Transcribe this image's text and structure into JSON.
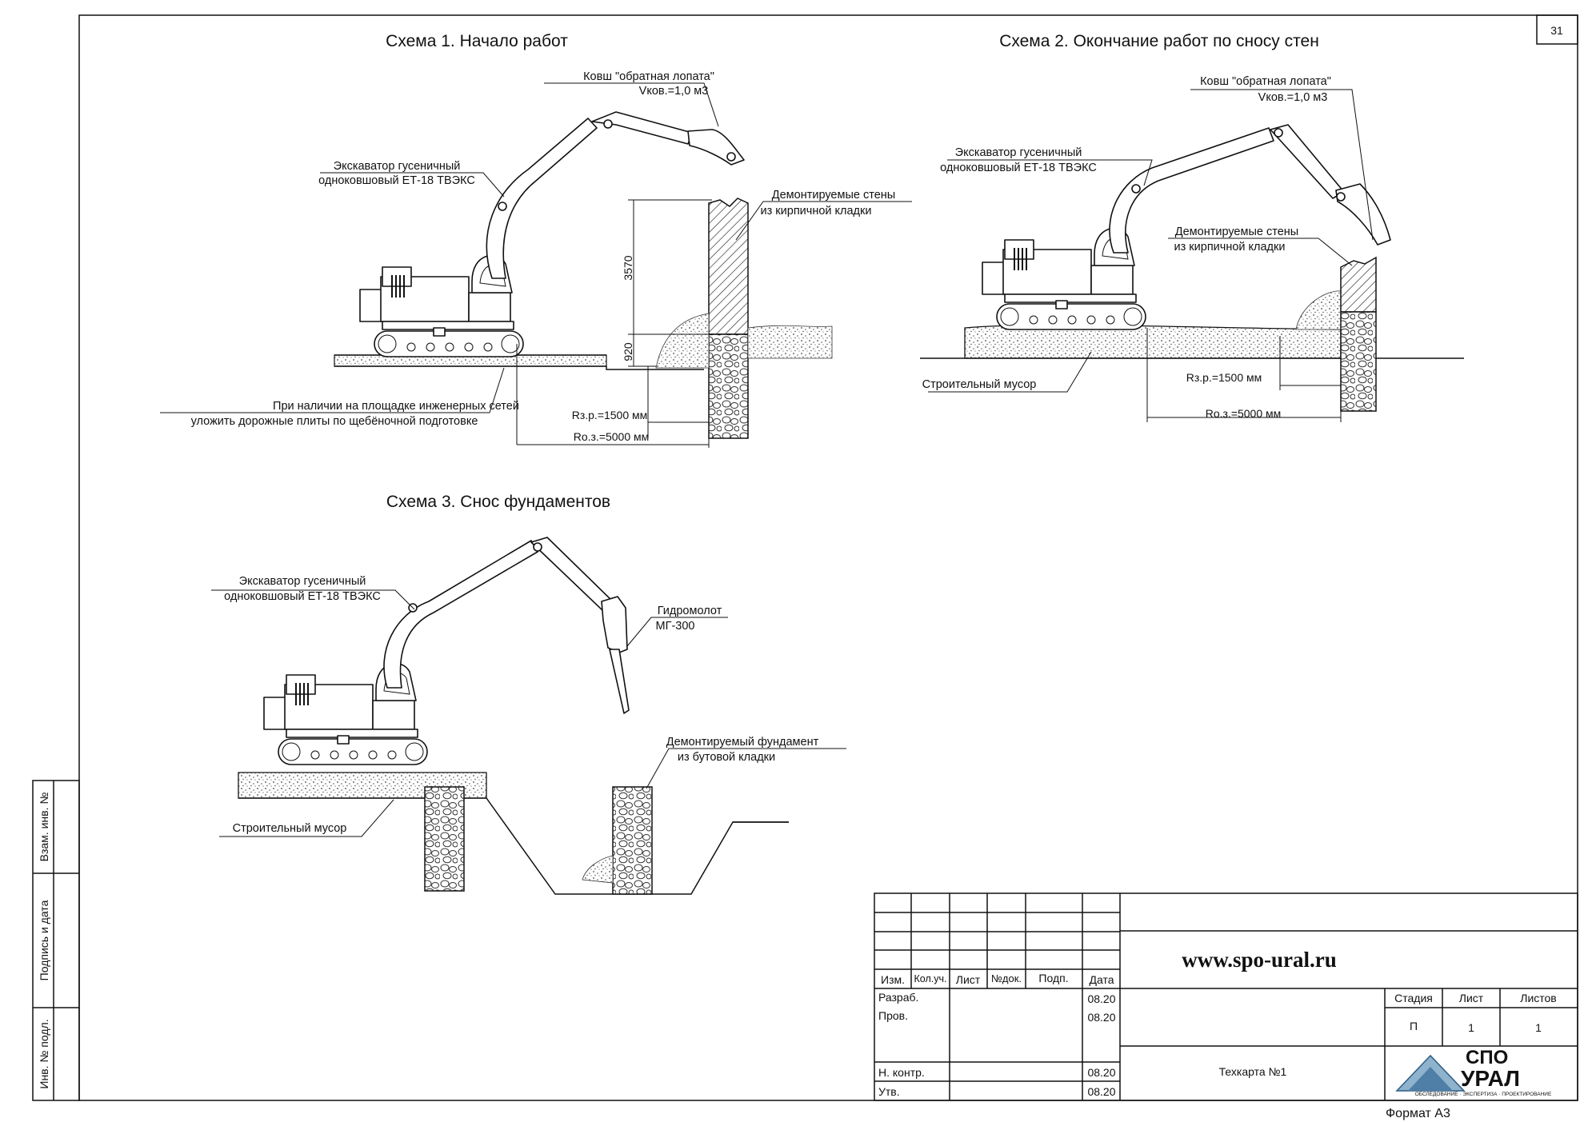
{
  "sheet_number": "31",
  "schemes": [
    {
      "title": "Схема 1. Начало работ"
    },
    {
      "title": "Схема 2. Окончание работ по сносу стен"
    },
    {
      "title": "Схема 3. Снос фундаментов"
    }
  ],
  "scheme1": {
    "bucket_line1": "Ковш \"обратная лопата\"",
    "bucket_line2": "Vков.=1,0 м3",
    "excavator_line1": "Экскаватор гусеничный",
    "excavator_line2": "одноковшовый ЕТ-18 ТВЭКС",
    "walls_line1": "Демонтируемые стены",
    "walls_line2": "из кирпичной кладки",
    "dim_height": "3570",
    "dim_depth": "920",
    "plates_line1": "При наличии на площадке инженерных сетей",
    "plates_line2": "уложить дорожные плиты по щебёночной подготовке",
    "radius_work": "Rз.р.=1500 мм",
    "radius_danger": "Rо.з.=5000 мм"
  },
  "scheme2": {
    "bucket_line1": "Ковш \"обратная лопата\"",
    "bucket_line2": "Vков.=1,0 м3",
    "excavator_line1": "Экскаватор гусеничный",
    "excavator_line2": "одноковшовый ЕТ-18 ТВЭКС",
    "walls_line1": "Демонтируемые стены",
    "walls_line2": "из кирпичной кладки",
    "debris": "Строительный мусор",
    "radius_work": "Rз.р.=1500 мм",
    "radius_danger": "Rо.з.=5000 мм"
  },
  "scheme3": {
    "excavator_line1": "Экскаватор гусеничный",
    "excavator_line2": "одноковшовый ЕТ-18 ТВЭКС",
    "hammer_line1": "Гидромолот",
    "hammer_line2": "МГ-300",
    "foundation_line1": "Демонтируемый фундамент",
    "foundation_line2": "из бутовой кладки",
    "debris": "Строительный мусор"
  },
  "side_stamp": [
    "Взам. инв. №",
    "Подпись и дата",
    "Инв. № подл."
  ],
  "title_block": {
    "col_headers": [
      "Изм.",
      "Кол.уч.",
      "Лист",
      "№док.",
      "Подп.",
      "Дата"
    ],
    "rows": [
      {
        "role": "Разраб.",
        "date": "08.20"
      },
      {
        "role": "Пров.",
        "date": "08.20"
      },
      {
        "role": "",
        "date": ""
      },
      {
        "role": "Н. контр.",
        "date": "08.20"
      },
      {
        "role": "Утв.",
        "date": "08.20"
      }
    ],
    "website": "www.spo-ural.ru",
    "doc_name": "Техкарта №1",
    "stage_headers": [
      "Стадия",
      "Лист",
      "Листов"
    ],
    "stage_values": [
      "П",
      "1",
      "1"
    ],
    "logo_line1": "СПО",
    "logo_line2": "УРАЛ",
    "logo_tagline": "ОБСЛЕДОВАНИЕ · ЭКСПЕРТИЗА · ПРОЕКТИРОВАНИЕ",
    "format": "Формат А3"
  }
}
